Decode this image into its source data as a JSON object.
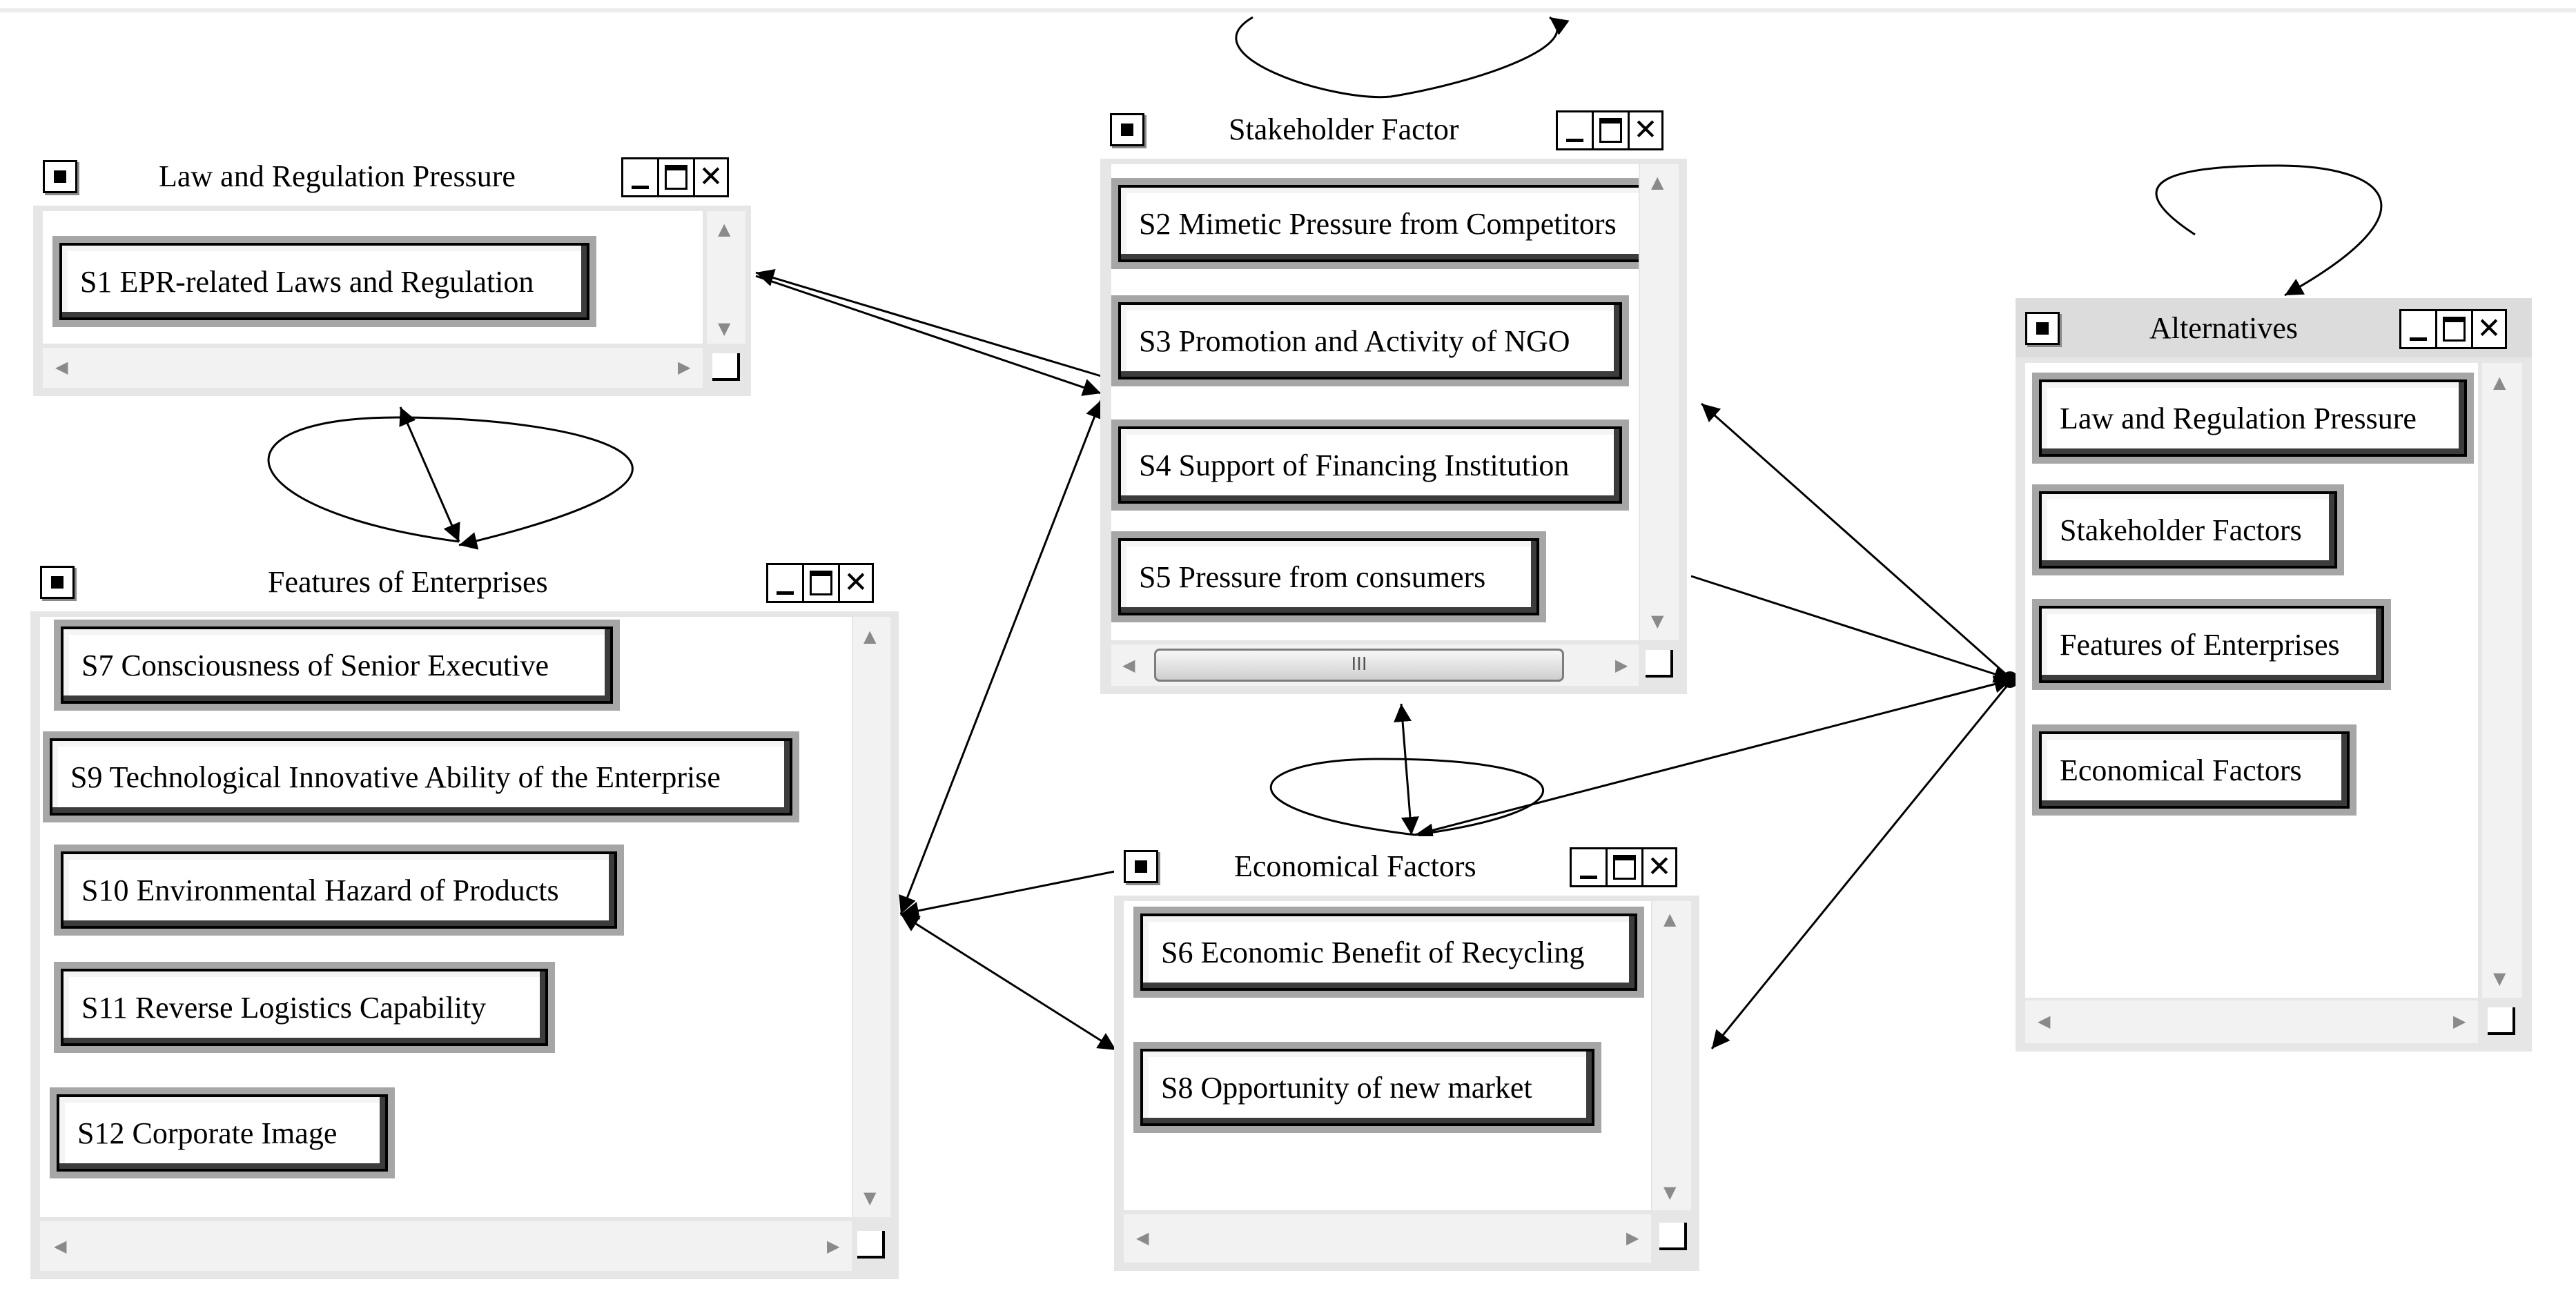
{
  "clusters": {
    "law": {
      "title": "Law and Regulation Pressure",
      "nodes": [
        "S1 EPR-related Laws and Regulation"
      ]
    },
    "stakeholder": {
      "title": "Stakeholder Factor",
      "nodes": [
        "S2 Mimetic Pressure from Competitors",
        "S3 Promotion and Activity of NGO",
        "S4 Support of Financing Institution",
        "S5 Pressure from consumers"
      ],
      "scroll_grip": "III"
    },
    "features": {
      "title": "Features of Enterprises",
      "nodes": [
        "S7 Consciousness of Senior Executive",
        "S9 Technological Innovative Ability of the Enterprise",
        "S10 Environmental Hazard of Products",
        "S11 Reverse Logistics Capability",
        "S12 Corporate Image"
      ]
    },
    "economical": {
      "title": "Economical Factors",
      "nodes": [
        "S6 Economic Benefit of Recycling",
        "S8 Opportunity of new market"
      ]
    },
    "alternatives": {
      "title": "Alternatives",
      "nodes": [
        "Law and Regulation Pressure",
        "Stakeholder Factors",
        "Features of Enterprises",
        "Economical Factors"
      ]
    }
  },
  "icons": {
    "system": "system-menu-icon",
    "minimize": "minimize-icon",
    "maximize": "maximize-icon",
    "close": "close-icon",
    "scroll_up": "scroll-up-icon",
    "scroll_down": "scroll-down-icon",
    "scroll_left": "scroll-left-icon",
    "scroll_right": "scroll-right-icon"
  },
  "colors": {
    "frame": "#e6e6e6",
    "node_shadow": "#a6a6a6",
    "border": "#000000",
    "active_titlebar": "#dcdcdc"
  }
}
